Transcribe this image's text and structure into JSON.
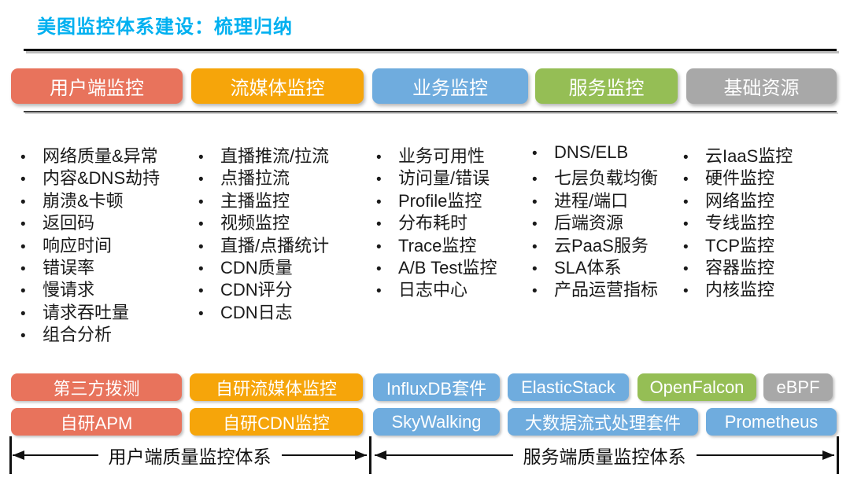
{
  "title": "美图监控体系建设：梳理归纳",
  "colors": {
    "title_accent": "#00B0F0",
    "red": "#E8735C",
    "orange": "#F6A50A",
    "blue": "#6FACDE",
    "green": "#95BE55",
    "gray": "#A8A8A8",
    "text": "#1A1A1A"
  },
  "columns": [
    {
      "header": "用户端监控",
      "color": "#E8735C",
      "items": [
        "网络质量&异常",
        "内容&DNS劫持",
        "崩溃&卡顿",
        "返回码",
        "响应时间",
        "错误率",
        "慢请求",
        "请求吞吐量",
        "组合分析"
      ]
    },
    {
      "header": "流媒体监控",
      "color": "#F6A50A",
      "items": [
        "直播推流/拉流",
        "点播拉流",
        "主播监控",
        "视频监控",
        "直播/点播统计",
        "CDN质量",
        "CDN评分",
        "CDN日志"
      ]
    },
    {
      "header": "业务监控",
      "color": "#6FACDE",
      "items": [
        "业务可用性",
        "访问量/错误",
        "Profile监控",
        "分布耗时",
        "Trace监控",
        "A/B Test监控",
        "日志中心"
      ]
    },
    {
      "header": "服务监控",
      "color": "#95BE55",
      "items": [
        "DNS/ELB",
        "七层负载均衡",
        "进程/端口",
        "后端资源",
        "云PaaS服务",
        "SLA体系",
        "产品运营指标"
      ]
    },
    {
      "header": "基础资源",
      "color": "#A8A8A8",
      "items": [
        "云IaaS监控",
        "硬件监控",
        "网络监控",
        "专线监控",
        "TCP监控",
        "容器监控",
        "内核监控"
      ]
    }
  ],
  "tools": {
    "row1": [
      {
        "label": "第三方拨测",
        "color": "#E8735C"
      },
      {
        "label": "自研流媒体监控",
        "color": "#F6A50A"
      },
      {
        "label": "InfluxDB套件",
        "color": "#6FACDE"
      },
      {
        "label": "ElasticStack",
        "color": "#6FACDE"
      },
      {
        "label": "OpenFalcon",
        "color": "#95BE55"
      },
      {
        "label": "eBPF",
        "color": "#A8A8A8"
      }
    ],
    "row2": [
      {
        "label": "自研APM",
        "color": "#E8735C"
      },
      {
        "label": "自研CDN监控",
        "color": "#F6A50A"
      },
      {
        "label": "SkyWalking",
        "color": "#6FACDE"
      },
      {
        "label": "大数据流式处理套件",
        "color": "#6FACDE"
      },
      {
        "label": "Prometheus",
        "color": "#6FACDE"
      }
    ]
  },
  "footer": {
    "left_label": "用户端质量监控体系",
    "right_label": "服务端质量监控体系"
  }
}
